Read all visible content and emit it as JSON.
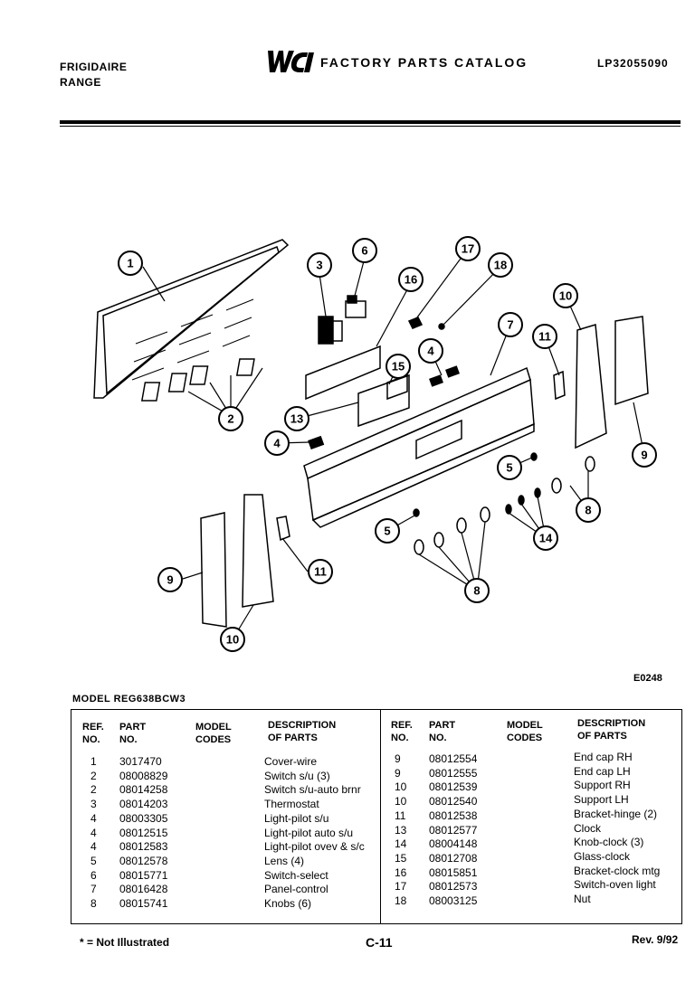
{
  "header": {
    "brand": "FRIGIDAIRE",
    "product": "RANGE",
    "logo": "WCI",
    "catalog_title": "FACTORY PARTS CATALOG",
    "catalog_code": "LP32055090"
  },
  "illustration_code": "E0248",
  "model_line": "MODEL REG638BCW3",
  "table": {
    "headers": {
      "ref": [
        "REF.",
        "NO."
      ],
      "part": [
        "PART",
        "NO."
      ],
      "model": [
        "MODEL",
        "CODES"
      ],
      "desc": [
        "DESCRIPTION",
        "OF PARTS"
      ]
    },
    "left_rows": [
      {
        "ref": "1",
        "part": "3017470",
        "desc": "Cover-wire"
      },
      {
        "ref": "2",
        "part": "08008829",
        "desc": "Switch s/u (3)"
      },
      {
        "ref": "2",
        "part": "08014258",
        "desc": "Switch s/u-auto brnr"
      },
      {
        "ref": "3",
        "part": "08014203",
        "desc": "Thermostat"
      },
      {
        "ref": "4",
        "part": "08003305",
        "desc": "Light-pilot s/u"
      },
      {
        "ref": "4",
        "part": "08012515",
        "desc": "Light-pilot auto s/u"
      },
      {
        "ref": "4",
        "part": "08012583",
        "desc": "Light-pilot ovev & s/c"
      },
      {
        "ref": "5",
        "part": "08012578",
        "desc": "Lens (4)"
      },
      {
        "ref": "6",
        "part": "08015771",
        "desc": "Switch-select"
      },
      {
        "ref": "7",
        "part": "08016428",
        "desc": "Panel-control"
      },
      {
        "ref": "8",
        "part": "08015741",
        "desc": "Knobs (6)"
      }
    ],
    "right_rows": [
      {
        "ref": "9",
        "part": "08012554",
        "desc": "End cap RH"
      },
      {
        "ref": "9",
        "part": "08012555",
        "desc": "End cap LH"
      },
      {
        "ref": "10",
        "part": "08012539",
        "desc": "Support RH"
      },
      {
        "ref": "10",
        "part": "08012540",
        "desc": "Support LH"
      },
      {
        "ref": "11",
        "part": "08012538",
        "desc": "Bracket-hinge (2)"
      },
      {
        "ref": "13",
        "part": "08012577",
        "desc": "Clock"
      },
      {
        "ref": "14",
        "part": "08004148",
        "desc": "Knob-clock (3)"
      },
      {
        "ref": "15",
        "part": "08012708",
        "desc": "Glass-clock"
      },
      {
        "ref": "16",
        "part": "08015851",
        "desc": "Bracket-clock mtg"
      },
      {
        "ref": "17",
        "part": "08012573",
        "desc": "Switch-oven light"
      },
      {
        "ref": "18",
        "part": "08003125",
        "desc": "Nut"
      }
    ]
  },
  "footer": {
    "note": "* = Not Illustrated",
    "page": "C-11",
    "rev": "Rev. 9/92"
  },
  "callouts": [
    "1",
    "2",
    "3",
    "6",
    "16",
    "17",
    "18",
    "7",
    "10",
    "11",
    "4",
    "15",
    "13",
    "4",
    "5",
    "9",
    "8",
    "14",
    "5",
    "8",
    "9",
    "11",
    "10"
  ]
}
